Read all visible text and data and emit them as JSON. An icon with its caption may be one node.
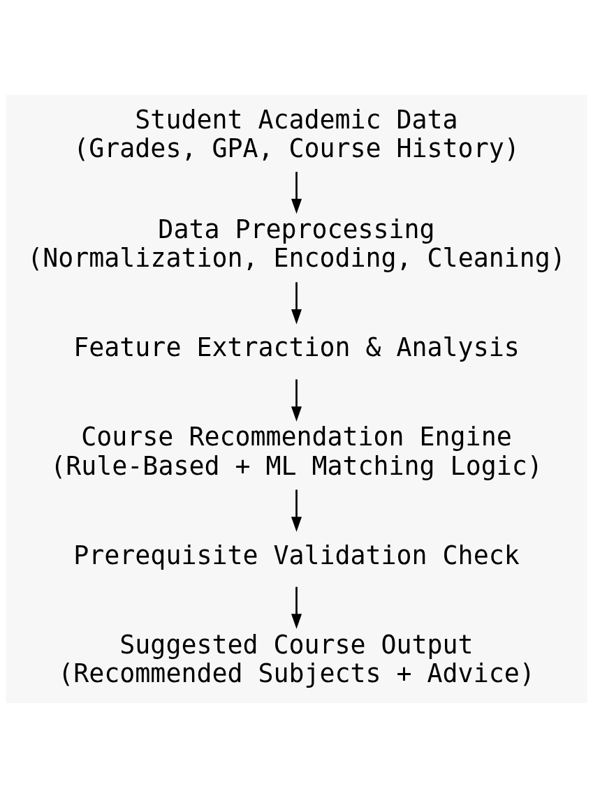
{
  "diagram": {
    "nodes": [
      {
        "text": [
          "Student Academic Data",
          "(Grades, GPA, Course History)"
        ]
      },
      {
        "text": [
          "Data Preprocessing",
          "(Normalization, Encoding, Cleaning)"
        ]
      },
      {
        "text": [
          "Feature Extraction & Analysis"
        ]
      },
      {
        "text": [
          "Course Recommendation Engine",
          "(Rule-Based + ML Matching Logic)"
        ]
      },
      {
        "text": [
          "Prerequisite Validation Check"
        ]
      },
      {
        "text": [
          "Suggested Course Output",
          "(Recommended Subjects + Advice)"
        ]
      }
    ],
    "edges": [
      {
        "from": 0,
        "to": 1,
        "arrow": "to"
      },
      {
        "from": 1,
        "to": 2,
        "arrow": "to"
      },
      {
        "from": 2,
        "to": 3,
        "arrow": "to"
      },
      {
        "from": 3,
        "to": 4,
        "arrow": "to"
      },
      {
        "from": 4,
        "to": 5,
        "arrow": "to"
      }
    ]
  }
}
